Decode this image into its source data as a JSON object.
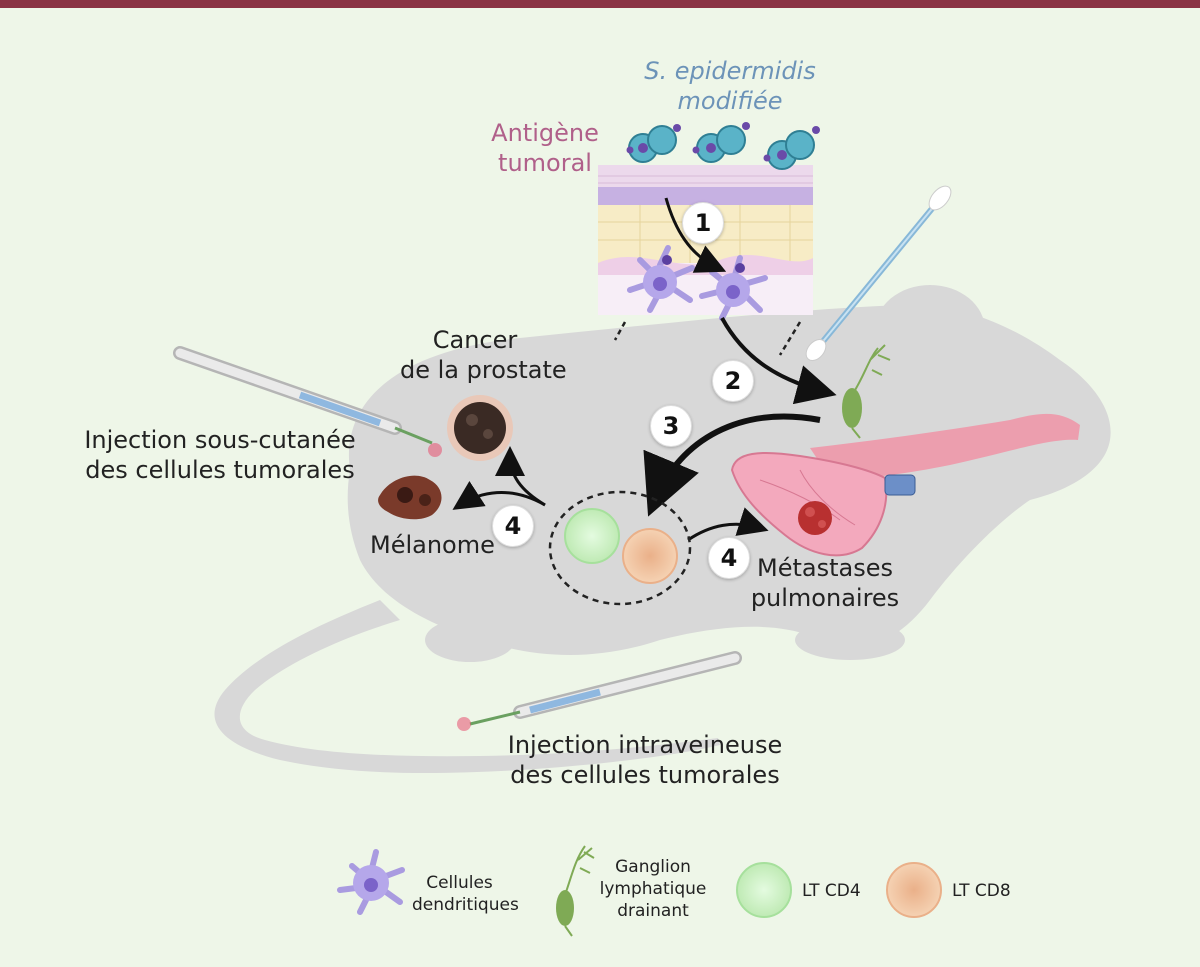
{
  "labels": {
    "bacteria": "S. epidermidis modifiée",
    "bacteria_line1": "S. epidermidis",
    "bacteria_line2": "modifiée",
    "antigen_line1": "Antigène",
    "antigen_line2": "tumoral",
    "prostate_line1": "Cancer",
    "prostate_line2": "de la prostate",
    "subcut_line1": "Injection sous-cutanée",
    "subcut_line2": "des cellules tumorales",
    "melanoma": "Mélanome",
    "metastases_line1": "Métastases",
    "metastases_line2": "pulmonaires",
    "iv_line1": "Injection intraveineuse",
    "iv_line2": "des cellules tumorales"
  },
  "steps": {
    "s1": "1",
    "s2": "2",
    "s3": "3",
    "s4a": "4",
    "s4b": "4"
  },
  "legend": {
    "dendritic_line1": "Cellules",
    "dendritic_line2": "dendritiques",
    "lymph_line1": "Ganglion",
    "lymph_line2": "lymphatique",
    "lymph_line3": "drainant",
    "cd4": "LT CD4",
    "cd8": "LT CD8"
  },
  "colors": {
    "background": "#eef6e8",
    "top_bar": "#8a3344",
    "mouse": "#d8d8d8",
    "antigen_text": "#b0608a",
    "bacteria_text": "#6c93b8",
    "cd4": "#c8f0c0",
    "cd8": "#f3c9a6",
    "dendritic": "#a99be0",
    "lymph_node": "#7faa55",
    "lung": "#f0a0b4",
    "tumor": "#3a2a24"
  }
}
